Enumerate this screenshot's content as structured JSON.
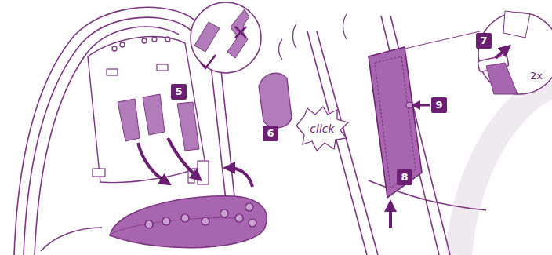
{
  "diagram": {
    "labels": [
      "5",
      "6",
      "7",
      "8",
      "9",
      "click",
      "2x"
    ]
  }
}
